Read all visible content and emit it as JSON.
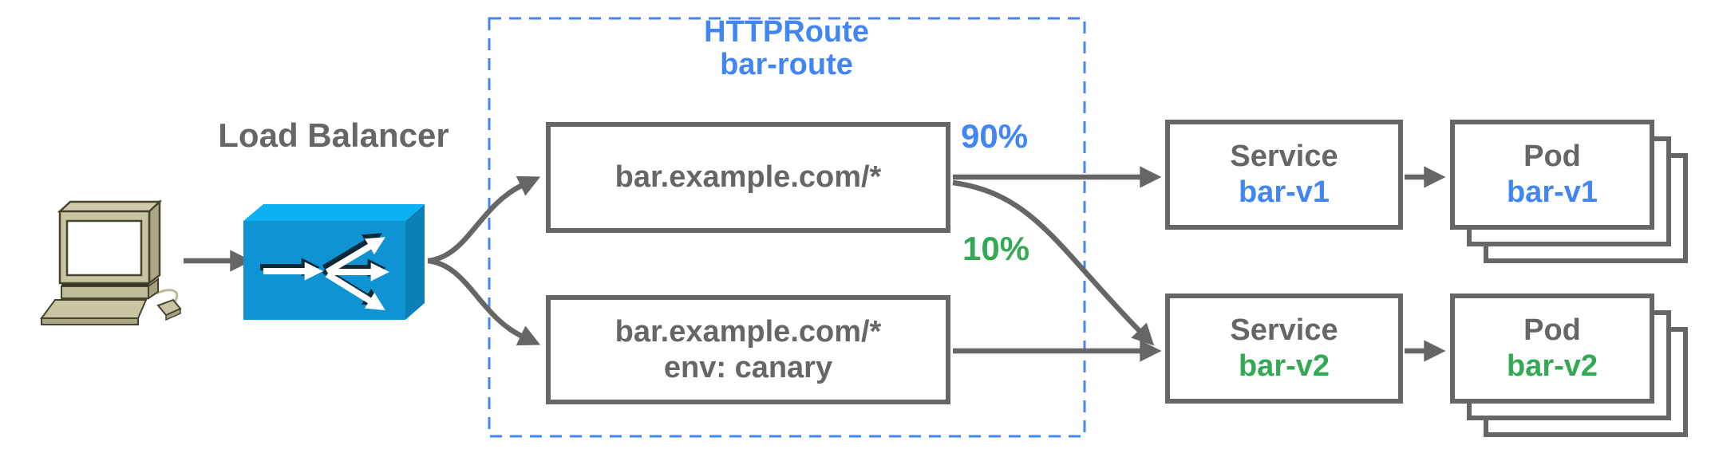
{
  "colors": {
    "accent_blue": "#4285F4",
    "accent_green": "#34A853",
    "neutral_gray": "#666666",
    "load_balancer_top": "#0CB1F2",
    "load_balancer_front": "#0F93D2",
    "load_balancer_side": "#0C7FB8"
  },
  "icons": {
    "client": "desktop-computer-icon",
    "load_balancer": "load-balancer-icon"
  },
  "load_balancer": {
    "label": "Load Balancer"
  },
  "httproute": {
    "title_line1": "HTTPRoute",
    "title_line2": "bar-route",
    "rules": [
      {
        "match": "bar.example.com/*"
      },
      {
        "match": "bar.example.com/*",
        "header": "env: canary"
      }
    ]
  },
  "traffic_split": {
    "v1_weight": "90%",
    "v2_weight": "10%"
  },
  "services": [
    {
      "kind": "Service",
      "name": "bar-v1"
    },
    {
      "kind": "Service",
      "name": "bar-v2"
    }
  ],
  "pods": [
    {
      "kind": "Pod",
      "name": "bar-v1"
    },
    {
      "kind": "Pod",
      "name": "bar-v2"
    }
  ]
}
